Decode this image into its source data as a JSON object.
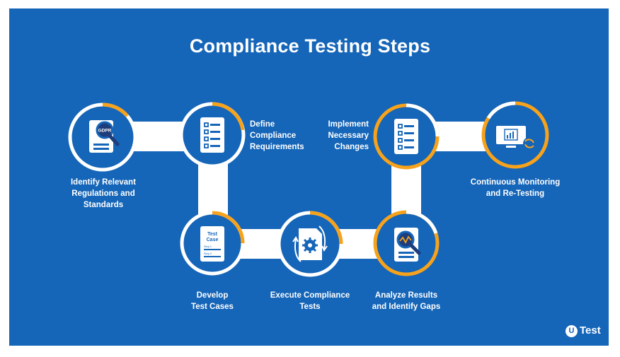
{
  "title": "Compliance Testing Steps",
  "brand": {
    "mark": "U",
    "name": "Test"
  },
  "colors": {
    "background": "#1565b8",
    "accent": "#f7a21b",
    "connector": "#ffffff",
    "icon": "#1565b8"
  },
  "steps": [
    {
      "label_lines": [
        "Identify Relevant",
        "Regulations and",
        "Standards"
      ],
      "icon": "gdpr-document-magnifier-icon",
      "badge": "GDPR"
    },
    {
      "label_lines": [
        "Define",
        "Compliance",
        "Requirements"
      ],
      "icon": "checklist-document-icon"
    },
    {
      "label_lines": [
        "Develop",
        "Test Cases"
      ],
      "icon": "test-case-document-icon",
      "doc_title": [
        "Test",
        "Case"
      ],
      "doc_steps": [
        "Step 1",
        "Step 2"
      ]
    },
    {
      "label_lines": [
        "Execute Compliance",
        "Tests"
      ],
      "icon": "gear-document-cycle-icon"
    },
    {
      "label_lines": [
        "Analyze Results",
        "and Identify Gaps"
      ],
      "icon": "analysis-magnifier-document-icon"
    },
    {
      "label_lines": [
        "Implement",
        "Necessary",
        "Changes"
      ],
      "icon": "checkbox-list-document-icon"
    },
    {
      "label_lines": [
        "Continuous Monitoring",
        "and Re-Testing"
      ],
      "icon": "monitor-refresh-icon"
    }
  ]
}
